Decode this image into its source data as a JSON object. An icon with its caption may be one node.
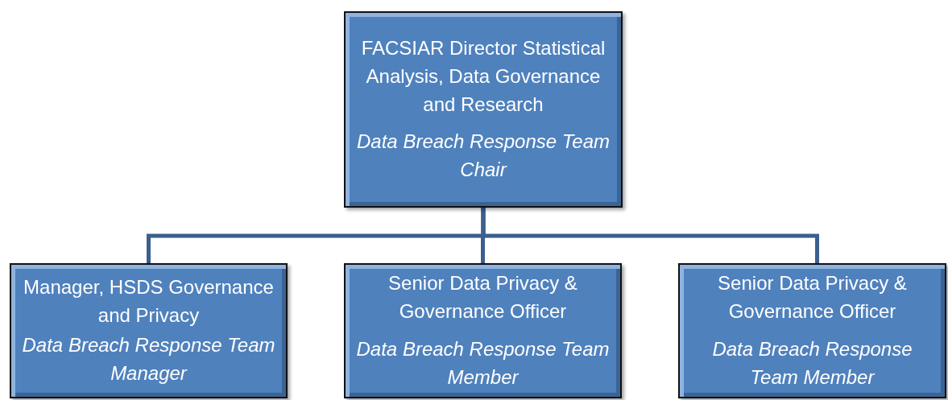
{
  "diagram": {
    "nodes": [
      {
        "text": [
          "FACSIAR Director Statistical Analysis, Data Governance and Research",
          "Data Breach Response Team Chair"
        ]
      },
      {
        "text": [
          "Manager, HSDS Governance and Privacy",
          "Data Breach Response Team Manager"
        ]
      },
      {
        "text": [
          "Senior Data Privacy & Governance Officer",
          "Data Breach Response Team Member"
        ]
      },
      {
        "text": [
          "Senior Data Privacy & Governance Officer",
          "Data Breach Response Team Member"
        ]
      }
    ],
    "edges": [
      {
        "from": 0,
        "to": 1,
        "arrow": "none"
      },
      {
        "from": 0,
        "to": 2,
        "arrow": "none"
      },
      {
        "from": 0,
        "to": 3,
        "arrow": "none"
      }
    ]
  }
}
